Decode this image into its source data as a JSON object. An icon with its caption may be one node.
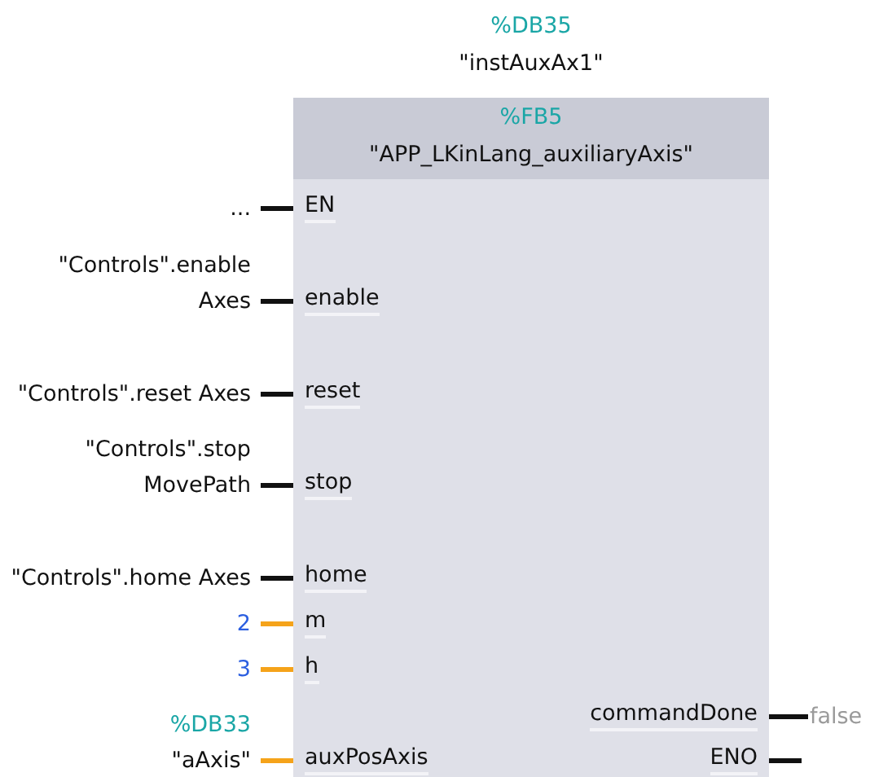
{
  "diagram": {
    "nodes": [
      {
        "text": [
          "%FB5",
          "\"APP_LKinLang_auxiliaryAxis\""
        ],
        "beside": [
          "%DB35",
          "\"instAuxAx1\""
        ]
      },
      {
        "text": [
          "EN"
        ],
        "in": 0
      },
      {
        "text": [
          "enable"
        ],
        "in": 0
      },
      {
        "text": [
          "reset"
        ],
        "in": 0
      },
      {
        "text": [
          "stop"
        ],
        "in": 0
      },
      {
        "text": [
          "home"
        ],
        "in": 0
      },
      {
        "text": [
          "m"
        ],
        "in": 0
      },
      {
        "text": [
          "h"
        ],
        "in": 0
      },
      {
        "text": [
          "auxPosAxis"
        ],
        "in": 0
      },
      {
        "text": [
          "commandDone"
        ],
        "in": 0
      },
      {
        "text": [
          "ENO"
        ],
        "in": 0
      },
      {
        "text": [
          "..."
        ]
      },
      {
        "text": [
          "\"Controls\".enable Axes"
        ]
      },
      {
        "text": [
          "\"Controls\".reset Axes"
        ]
      },
      {
        "text": [
          "\"Controls\".stop MovePath"
        ]
      },
      {
        "text": [
          "\"Controls\".home Axes"
        ]
      },
      {
        "text": [
          "2"
        ]
      },
      {
        "text": [
          "3"
        ]
      },
      {
        "text": [
          "%DB33",
          "\"aAxis\""
        ]
      },
      {
        "text": [
          "false"
        ]
      }
    ],
    "edges": [
      {
        "from": 11,
        "to": 1,
        "arrow": "none"
      },
      {
        "from": 12,
        "to": 2,
        "arrow": "none"
      },
      {
        "from": 13,
        "to": 3,
        "arrow": "none"
      },
      {
        "from": 14,
        "to": 4,
        "arrow": "none"
      },
      {
        "from": 15,
        "to": 5,
        "arrow": "none"
      },
      {
        "from": 16,
        "to": 6,
        "arrow": "none",
        "color": "#f5a31a"
      },
      {
        "from": 17,
        "to": 7,
        "arrow": "none",
        "color": "#f5a31a"
      },
      {
        "from": 18,
        "to": 8,
        "arrow": "none",
        "color": "#f5a31a"
      },
      {
        "from": 9,
        "to": 19,
        "arrow": "none"
      },
      {
        "from": 10,
        "to": null,
        "arrow": "none"
      }
    ]
  }
}
